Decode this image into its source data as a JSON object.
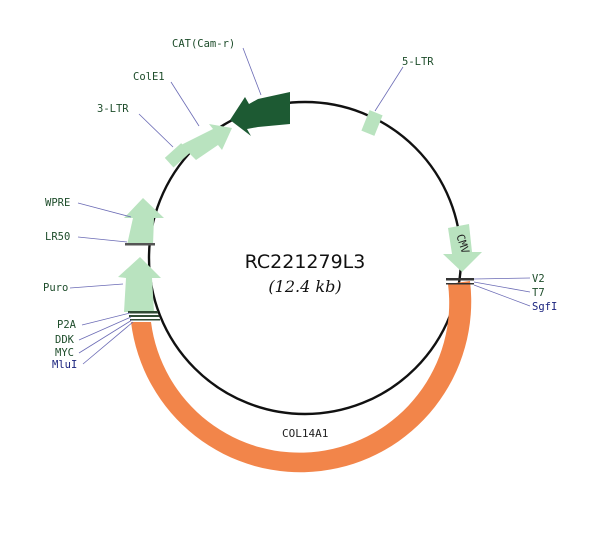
{
  "title": "RC221279L3",
  "size_label": "(12.4 kb)",
  "colors": {
    "backbone": "#111111",
    "light_feature": "#b9e3bf",
    "dark_feature": "#1d5a33",
    "gene": "#f2854a",
    "label_green": "#1e4d2b",
    "label_blue": "#1a237e",
    "leader": "#6b6bb5"
  },
  "features": [
    {
      "name": "COL14A1",
      "kind": "gene"
    },
    {
      "name": "CMV",
      "kind": "arrow"
    },
    {
      "name": "5-LTR",
      "kind": "box"
    },
    {
      "name": "CAT(Cam-r)",
      "kind": "arrow-dark"
    },
    {
      "name": "ColE1",
      "kind": "arrow"
    },
    {
      "name": "3-LTR",
      "kind": "box"
    },
    {
      "name": "WPRE",
      "kind": "arrow"
    },
    {
      "name": "LR50",
      "kind": "marker"
    },
    {
      "name": "Puro",
      "kind": "arrow"
    },
    {
      "name": "P2A",
      "kind": "marker"
    },
    {
      "name": "DDK",
      "kind": "marker"
    },
    {
      "name": "MYC",
      "kind": "marker"
    },
    {
      "name": "MluI",
      "kind": "site"
    },
    {
      "name": "V2",
      "kind": "marker"
    },
    {
      "name": "T7",
      "kind": "marker"
    },
    {
      "name": "SgfI",
      "kind": "site"
    }
  ]
}
